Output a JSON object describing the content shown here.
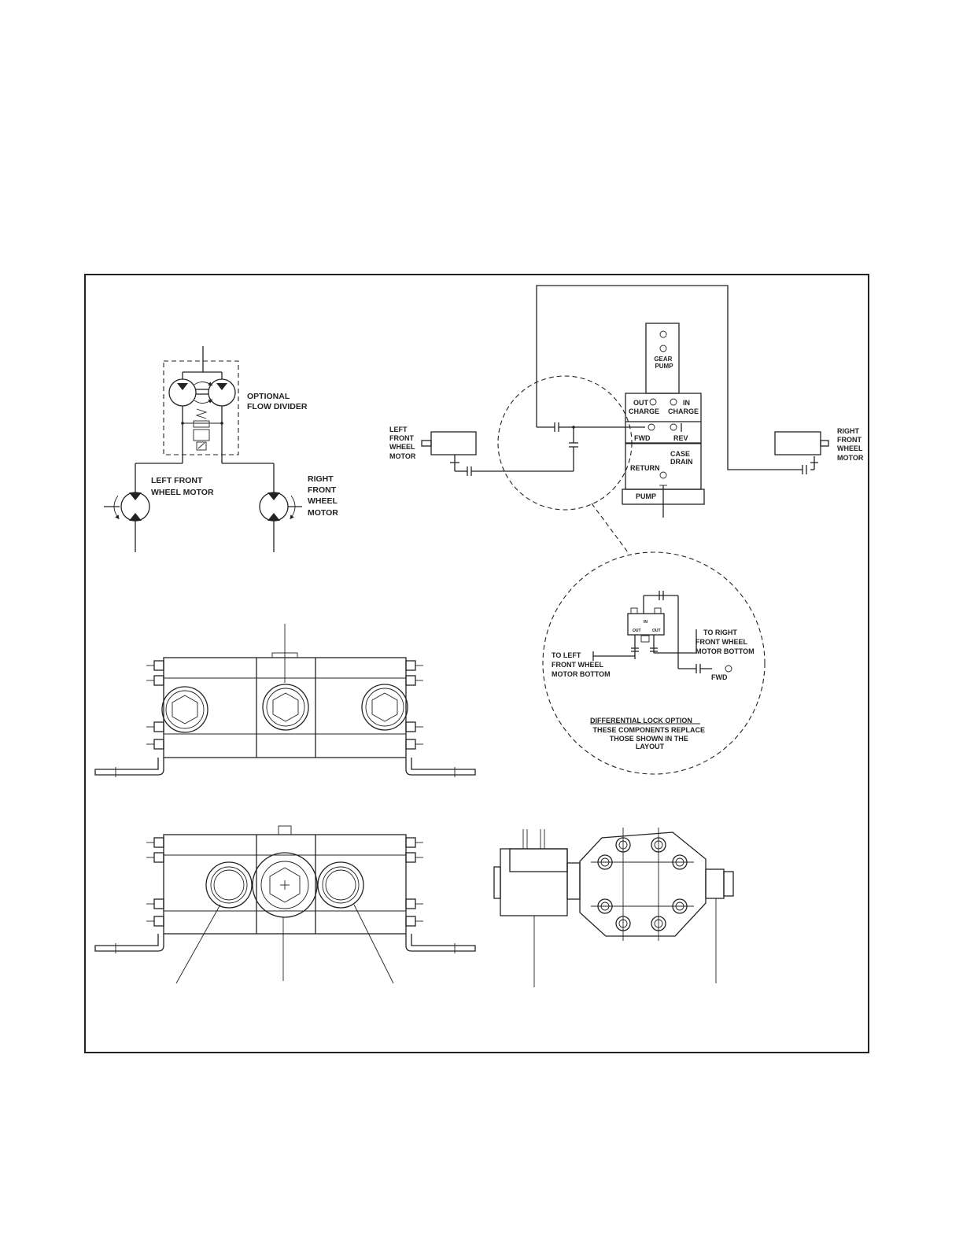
{
  "schematic": {
    "flow_divider_label": [
      "OPTIONAL",
      "FLOW DIVIDER"
    ],
    "left_motor_label": [
      "LEFT FRONT",
      "WHEEL MOTOR"
    ],
    "right_motor_label": [
      "RIGHT",
      "FRONT",
      "WHEEL",
      "MOTOR"
    ]
  },
  "layout": {
    "left_motor_label": [
      "LEFT",
      "FRONT",
      "WHEEL",
      "MOTOR"
    ],
    "right_motor_label": [
      "RIGHT",
      "FRONT",
      "WHEEL",
      "MOTOR"
    ],
    "gear_pump_label": [
      "GEAR",
      "PUMP"
    ],
    "out_charge_label": [
      "OUT",
      "CHARGE"
    ],
    "in_charge_label": [
      "IN",
      "CHARGE"
    ],
    "fwd_label": "FWD",
    "rev_label": "REV",
    "case_drain_label": [
      "CASE",
      "DRAIN"
    ],
    "return_label": "RETURN",
    "pump_label": "PUMP"
  },
  "diff_lock": {
    "in_label": "IN",
    "out_left_label": "OUT",
    "out_right_label": "OUT",
    "to_right_label": [
      "TO RIGHT",
      "FRONT WHEEL",
      "MOTOR BOTTOM"
    ],
    "to_left_label": [
      "TO LEFT",
      "FRONT WHEEL",
      "MOTOR BOTTOM"
    ],
    "fwd_label": "FWD",
    "title": "DIFFERENTIAL LOCK OPTION",
    "note": [
      "THESE COMPONENTS REPLACE",
      "THOSE SHOWN IN THE",
      "LAYOUT"
    ]
  }
}
